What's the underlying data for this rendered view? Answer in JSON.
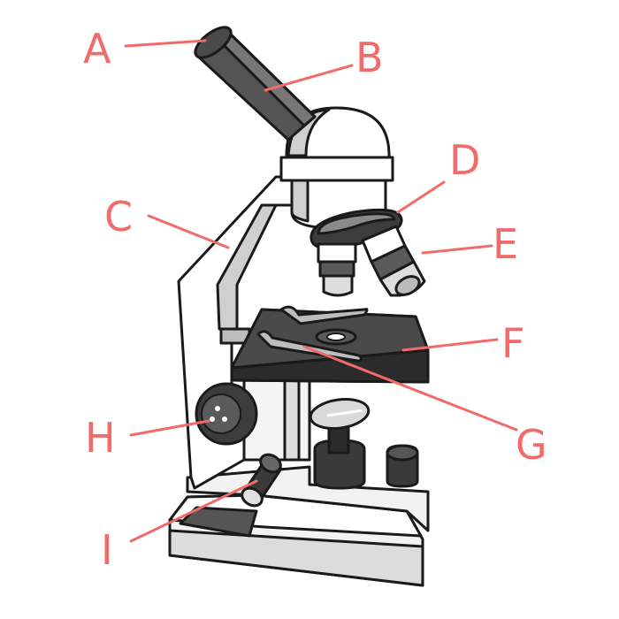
{
  "diagram": {
    "subject": "compound light microscope",
    "label_color": "#f26b6b",
    "labels": {
      "A": "A",
      "B": "B",
      "C": "C",
      "D": "D",
      "E": "E",
      "F": "F",
      "G": "G",
      "H": "H",
      "I": "I"
    }
  }
}
